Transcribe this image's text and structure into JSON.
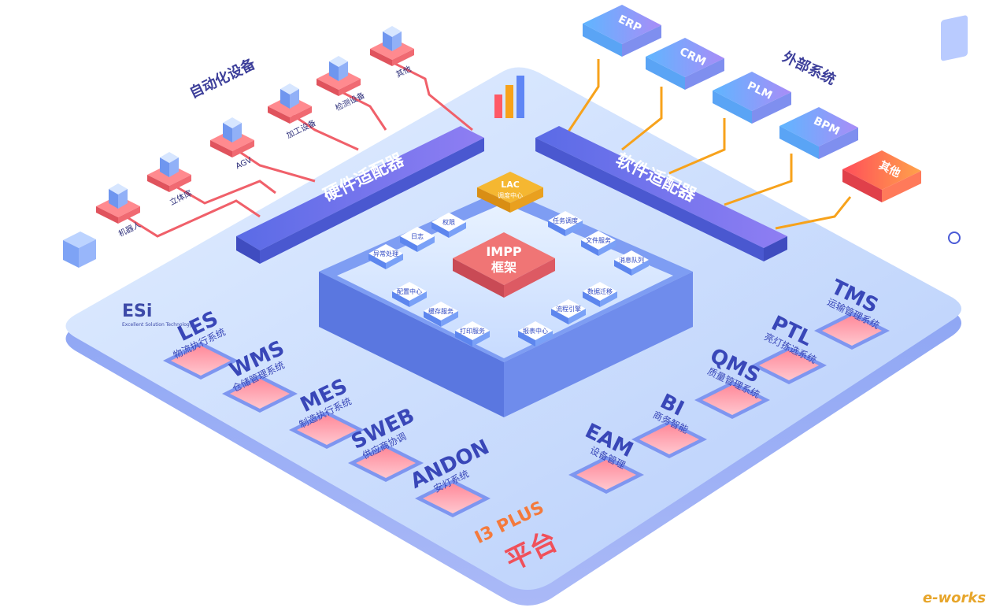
{
  "automation_title": "自动化设备",
  "external_title": "外部系统",
  "hardware_adapter": "硬件适配器",
  "software_adapter": "软件适配器",
  "lac": {
    "name": "LAC",
    "sub": "调度中心"
  },
  "core": {
    "line1": "IMPP",
    "line2": "框架"
  },
  "devices": [
    {
      "label": "机器人"
    },
    {
      "label": "立体库"
    },
    {
      "label": "AGV"
    },
    {
      "label": "加工设备"
    },
    {
      "label": "检测设备"
    },
    {
      "label": "其他"
    }
  ],
  "external_systems": [
    {
      "label": "ERP"
    },
    {
      "label": "CRM"
    },
    {
      "label": "PLM"
    },
    {
      "label": "BPM"
    },
    {
      "label": "其他"
    }
  ],
  "modules": [
    {
      "label": "异常处理"
    },
    {
      "label": "日志"
    },
    {
      "label": "权限"
    },
    {
      "label": "任务调度"
    },
    {
      "label": "文件服务"
    },
    {
      "label": "消息队列"
    },
    {
      "label": "配置中心"
    },
    {
      "label": "缓存服务"
    },
    {
      "label": "打印服务"
    },
    {
      "label": "报表中心"
    },
    {
      "label": "流程引擎"
    },
    {
      "label": "数据迁移"
    }
  ],
  "systems_left": [
    {
      "code": "LES",
      "name": "物流执行系统"
    },
    {
      "code": "WMS",
      "name": "仓储管理系统"
    },
    {
      "code": "MES",
      "name": "制造执行系统"
    },
    {
      "code": "SWEB",
      "name": "供应商协调"
    },
    {
      "code": "ANDON",
      "name": "安灯系统"
    }
  ],
  "systems_right": [
    {
      "code": "TMS",
      "name": "运输管理系统"
    },
    {
      "code": "PTL",
      "name": "亮灯拣选系统"
    },
    {
      "code": "QMS",
      "name": "质量管理系统"
    },
    {
      "code": "BI",
      "name": "商务智能"
    },
    {
      "code": "EAM",
      "name": "设备管理"
    }
  ],
  "platform": {
    "line1": "I3 PLUS",
    "line2": "平台"
  },
  "brand": {
    "logo": "ESi",
    "sub": "Excellent Solution Technology"
  },
  "watermark": "e-works",
  "colors": {
    "platform_top": "#cfe3ff",
    "adapter": "#6f7df0",
    "external": "#9b8cf5",
    "other_external": "#ff5a4e",
    "line_orange": "#f7a21b",
    "line_red": "#f0606a",
    "core": "#f07575",
    "lac": "#f5b731"
  }
}
